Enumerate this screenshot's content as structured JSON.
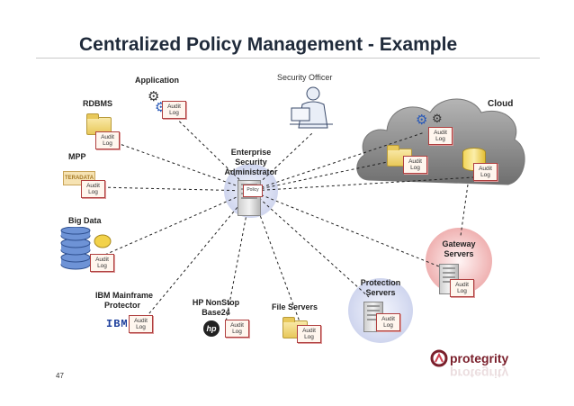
{
  "title": "Centralized Policy Management - Example",
  "page_number": "47",
  "center": {
    "line1": "Enterprise",
    "line2": "Security",
    "line3": "Administrator",
    "policy_label": "Policy"
  },
  "security_officer": "Security Officer",
  "audit": {
    "line1": "Audit",
    "line2": "Log"
  },
  "nodes": {
    "application": "Application",
    "rdbms": "RDBMS",
    "mpp": "MPP",
    "mpp_logo": "TERADATA",
    "big_data": "Big Data",
    "ibm": {
      "line1": "IBM Mainframe",
      "line2": "Protector",
      "logo": "IBM"
    },
    "hp": {
      "line1": "HP NonStop",
      "line2": "Base24",
      "logo": "hp"
    },
    "file_servers": "File Servers",
    "protection": {
      "line1": "Protection",
      "line2": "Servers"
    },
    "gateway": {
      "line1": "Gateway",
      "line2": "Servers"
    },
    "cloud": "Cloud"
  },
  "brand": "protegrity",
  "colors": {
    "title": "#1f2a3a",
    "halo": "#dfe3f3",
    "gateway_halo": "#f3c7c7",
    "cloud": "#8c8c8c",
    "brand": "#7a1f2b"
  }
}
